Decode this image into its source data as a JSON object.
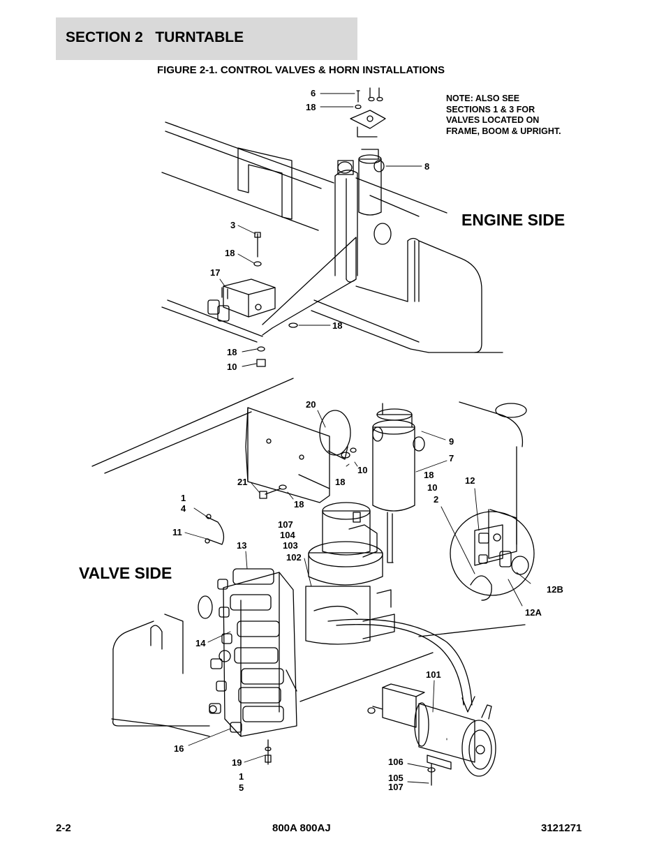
{
  "header": {
    "section_title": "SECTION 2   TURNTABLE",
    "figure_title": "FIGURE 2-1. CONTROL VALVES & HORN INSTALLATIONS"
  },
  "note": {
    "lines": [
      "NOTE: ALSO SEE",
      "SECTIONS 1 & 3 FOR",
      "VALVES LOCATED ON",
      "FRAME, BOOM & UPRIGHT."
    ]
  },
  "labels": {
    "engine_side": "ENGINE SIDE",
    "valve_side": "VALVE SIDE"
  },
  "callouts": [
    "6",
    "18",
    "8",
    "3",
    "18",
    "17",
    "18",
    "18",
    "10",
    "20",
    "9",
    "7",
    "18",
    "10",
    "10",
    "2",
    "18",
    "21",
    "12",
    "1",
    "4",
    "11",
    "107",
    "104",
    "103",
    "102",
    "13",
    "12B",
    "12A",
    "14",
    "101",
    "16",
    "19",
    "1",
    "5",
    "106",
    "105",
    "107"
  ],
  "footer": {
    "page": "2-2",
    "models": "800A 800AJ",
    "doc_number": "3121271"
  }
}
